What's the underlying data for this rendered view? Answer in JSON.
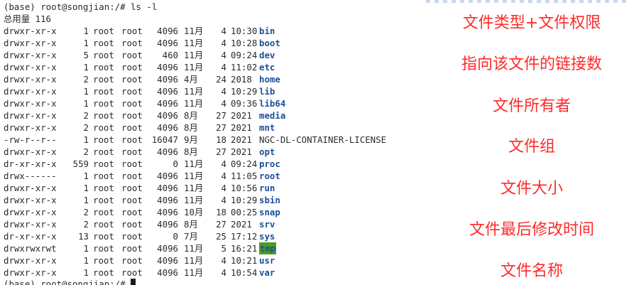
{
  "terminal": {
    "command_line": "(base) root@songjian:/# ls -l",
    "total_line": "总用量 116",
    "prompt_line": "(base) root@songjian:/# ",
    "entries": [
      {
        "perm": "drwxr-xr-x",
        "links": "1",
        "owner": "root",
        "group": "root",
        "size": "4096",
        "month": "11月",
        "day": "4",
        "time": "10:30",
        "name": "bin",
        "kind": "dir"
      },
      {
        "perm": "drwxr-xr-x",
        "links": "1",
        "owner": "root",
        "group": "root",
        "size": "4096",
        "month": "11月",
        "day": "4",
        "time": "10:28",
        "name": "boot",
        "kind": "dir"
      },
      {
        "perm": "drwxr-xr-x",
        "links": "5",
        "owner": "root",
        "group": "root",
        "size": "460",
        "month": "11月",
        "day": "4",
        "time": "09:24",
        "name": "dev",
        "kind": "dir"
      },
      {
        "perm": "drwxr-xr-x",
        "links": "1",
        "owner": "root",
        "group": "root",
        "size": "4096",
        "month": "11月",
        "day": "4",
        "time": "11:02",
        "name": "etc",
        "kind": "dir"
      },
      {
        "perm": "drwxr-xr-x",
        "links": "2",
        "owner": "root",
        "group": "root",
        "size": "4096",
        "month": "4月",
        "day": "24",
        "time": "2018",
        "name": "home",
        "kind": "dir"
      },
      {
        "perm": "drwxr-xr-x",
        "links": "1",
        "owner": "root",
        "group": "root",
        "size": "4096",
        "month": "11月",
        "day": "4",
        "time": "10:29",
        "name": "lib",
        "kind": "dir"
      },
      {
        "perm": "drwxr-xr-x",
        "links": "1",
        "owner": "root",
        "group": "root",
        "size": "4096",
        "month": "11月",
        "day": "4",
        "time": "09:36",
        "name": "lib64",
        "kind": "dir"
      },
      {
        "perm": "drwxr-xr-x",
        "links": "2",
        "owner": "root",
        "group": "root",
        "size": "4096",
        "month": "8月",
        "day": "27",
        "time": "2021",
        "name": "media",
        "kind": "dir"
      },
      {
        "perm": "drwxr-xr-x",
        "links": "2",
        "owner": "root",
        "group": "root",
        "size": "4096",
        "month": "8月",
        "day": "27",
        "time": "2021",
        "name": "mnt",
        "kind": "dir"
      },
      {
        "perm": "-rw-r--r--",
        "links": "1",
        "owner": "root",
        "group": "root",
        "size": "16047",
        "month": "9月",
        "day": "18",
        "time": "2021",
        "name": "NGC-DL-CONTAINER-LICENSE",
        "kind": "file"
      },
      {
        "perm": "drwxr-xr-x",
        "links": "2",
        "owner": "root",
        "group": "root",
        "size": "4096",
        "month": "8月",
        "day": "27",
        "time": "2021",
        "name": "opt",
        "kind": "dir"
      },
      {
        "perm": "dr-xr-xr-x",
        "links": "559",
        "owner": "root",
        "group": "root",
        "size": "0",
        "month": "11月",
        "day": "4",
        "time": "09:24",
        "name": "proc",
        "kind": "dir"
      },
      {
        "perm": "drwx------",
        "links": "1",
        "owner": "root",
        "group": "root",
        "size": "4096",
        "month": "11月",
        "day": "4",
        "time": "11:05",
        "name": "root",
        "kind": "dir"
      },
      {
        "perm": "drwxr-xr-x",
        "links": "1",
        "owner": "root",
        "group": "root",
        "size": "4096",
        "month": "11月",
        "day": "4",
        "time": "10:56",
        "name": "run",
        "kind": "dir"
      },
      {
        "perm": "drwxr-xr-x",
        "links": "1",
        "owner": "root",
        "group": "root",
        "size": "4096",
        "month": "11月",
        "day": "4",
        "time": "10:29",
        "name": "sbin",
        "kind": "dir"
      },
      {
        "perm": "drwxr-xr-x",
        "links": "2",
        "owner": "root",
        "group": "root",
        "size": "4096",
        "month": "10月",
        "day": "18",
        "time": "00:25",
        "name": "snap",
        "kind": "dir"
      },
      {
        "perm": "drwxr-xr-x",
        "links": "2",
        "owner": "root",
        "group": "root",
        "size": "4096",
        "month": "8月",
        "day": "27",
        "time": "2021",
        "name": "srv",
        "kind": "dir"
      },
      {
        "perm": "dr-xr-xr-x",
        "links": "13",
        "owner": "root",
        "group": "root",
        "size": "0",
        "month": "7月",
        "day": "25",
        "time": "17:12",
        "name": "sys",
        "kind": "dir"
      },
      {
        "perm": "drwxrwxrwt",
        "links": "1",
        "owner": "root",
        "group": "root",
        "size": "4096",
        "month": "11月",
        "day": "5",
        "time": "16:21",
        "name": "tmp",
        "kind": "sticky"
      },
      {
        "perm": "drwxr-xr-x",
        "links": "1",
        "owner": "root",
        "group": "root",
        "size": "4096",
        "month": "11月",
        "day": "4",
        "time": "10:21",
        "name": "usr",
        "kind": "dir"
      },
      {
        "perm": "drwxr-xr-x",
        "links": "1",
        "owner": "root",
        "group": "root",
        "size": "4096",
        "month": "11月",
        "day": "4",
        "time": "10:54",
        "name": "var",
        "kind": "dir"
      }
    ]
  },
  "annotations": [
    {
      "text": "文件类型+文件权限"
    },
    {
      "text": "指向该文件的链接数"
    },
    {
      "text": "文件所有者"
    },
    {
      "text": "文件组"
    },
    {
      "text": "文件大小"
    },
    {
      "text": "文件最后修改时间"
    },
    {
      "text": "文件名称"
    }
  ],
  "colors": {
    "directory": "#1d4f9a",
    "sticky_background": "#4c9a2a",
    "annotation": "#ff2a2a",
    "text": "#2b2b2b"
  },
  "icons": {
    "cursor": "block-cursor"
  }
}
